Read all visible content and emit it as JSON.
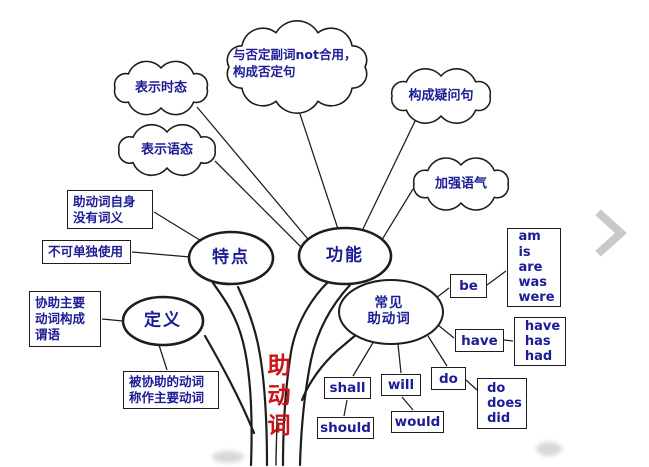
{
  "palette": {
    "ink": "#1d1d1d",
    "navy": "#1c1c96",
    "red": "#cc1414",
    "chevron": "#c9c9c9",
    "background": "#ffffff"
  },
  "trunk": {
    "label": "助\n动\n词"
  },
  "nodes": {
    "definition": {
      "label": "定义"
    },
    "features": {
      "label": "特点"
    },
    "functions": {
      "label": "功能"
    },
    "common": {
      "label": "常见\n助动词"
    }
  },
  "clouds": {
    "tense": {
      "label": "表示时态"
    },
    "voice": {
      "label": "表示语态"
    },
    "negation": {
      "label": "与否定副词not合用，\n构成否定句"
    },
    "question": {
      "label": "构成疑问句"
    },
    "emphasis": {
      "label": "加强语气"
    }
  },
  "feature_boxes": {
    "no_meaning": {
      "label": "助动词自身\n没有词义"
    },
    "not_alone": {
      "label": "不可单独使用"
    }
  },
  "definition_boxes": {
    "assist": {
      "label": "协助主要\n动词构成\n谓语"
    },
    "main_verb": {
      "label": "被协助的动词\n称作主要动词"
    }
  },
  "aux_words": {
    "be": {
      "label": "be",
      "forms": "am\nis\nare\nwas\nwere"
    },
    "have": {
      "label": "have",
      "forms": "have\nhas\nhad"
    },
    "do": {
      "label": "do",
      "forms": "do\ndoes\ndid"
    },
    "shall": {
      "label": "shall",
      "past": "should"
    },
    "will": {
      "label": "will",
      "past": "would"
    }
  }
}
